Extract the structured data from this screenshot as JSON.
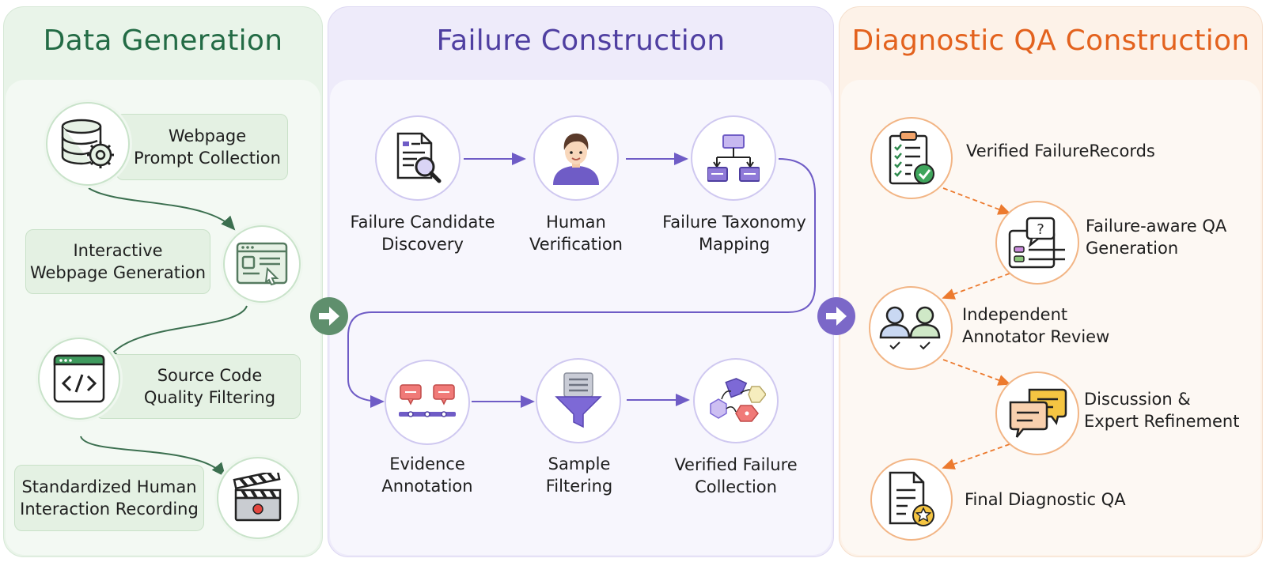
{
  "panels": {
    "data_generation": {
      "title": "Data Generation",
      "steps": [
        {
          "line1": "Webpage",
          "line2": "Prompt Collection",
          "icon": "database-gear-icon"
        },
        {
          "line1": "Interactive",
          "line2": "Webpage Generation",
          "icon": "webpage-cursor-icon"
        },
        {
          "line1": "Source Code",
          "line2": "Quality Filtering",
          "icon": "code-window-icon"
        },
        {
          "line1": "Standardized Human",
          "line2": "Interaction Recording",
          "icon": "clapperboard-icon"
        }
      ]
    },
    "failure_construction": {
      "title": "Failure Construction",
      "steps": [
        {
          "line1": "Failure Candidate",
          "line2": "Discovery",
          "icon": "document-search-icon"
        },
        {
          "line1": "Human",
          "line2": "Verification",
          "icon": "person-icon"
        },
        {
          "line1": "Failure Taxonomy",
          "line2": "Mapping",
          "icon": "hierarchy-icon"
        },
        {
          "line1": "Evidence",
          "line2": "Annotation",
          "icon": "timeline-markers-icon"
        },
        {
          "line1": "Sample",
          "line2": "Filtering",
          "icon": "funnel-icon"
        },
        {
          "line1": "Verified Failure",
          "line2": "Collection",
          "icon": "tags-icon"
        }
      ]
    },
    "diagnostic_qa": {
      "title": "Diagnostic QA Construction",
      "steps": [
        {
          "line1": "Verified FailureRecords",
          "line2": "",
          "icon": "clipboard-check-icon"
        },
        {
          "line1": "Failure-aware QA",
          "line2": "Generation",
          "icon": "question-card-icon"
        },
        {
          "line1": "Independent",
          "line2": "Annotator Review",
          "icon": "two-reviewers-icon"
        },
        {
          "line1": "Discussion &",
          "line2": "Expert  Refinement",
          "icon": "chat-bubbles-icon"
        },
        {
          "line1": "Final Diagnostic QA",
          "line2": "",
          "icon": "document-star-icon"
        }
      ]
    }
  },
  "colors": {
    "green": "#3b7a57",
    "purple": "#6f5cc6",
    "orange": "#ec7a2e"
  }
}
